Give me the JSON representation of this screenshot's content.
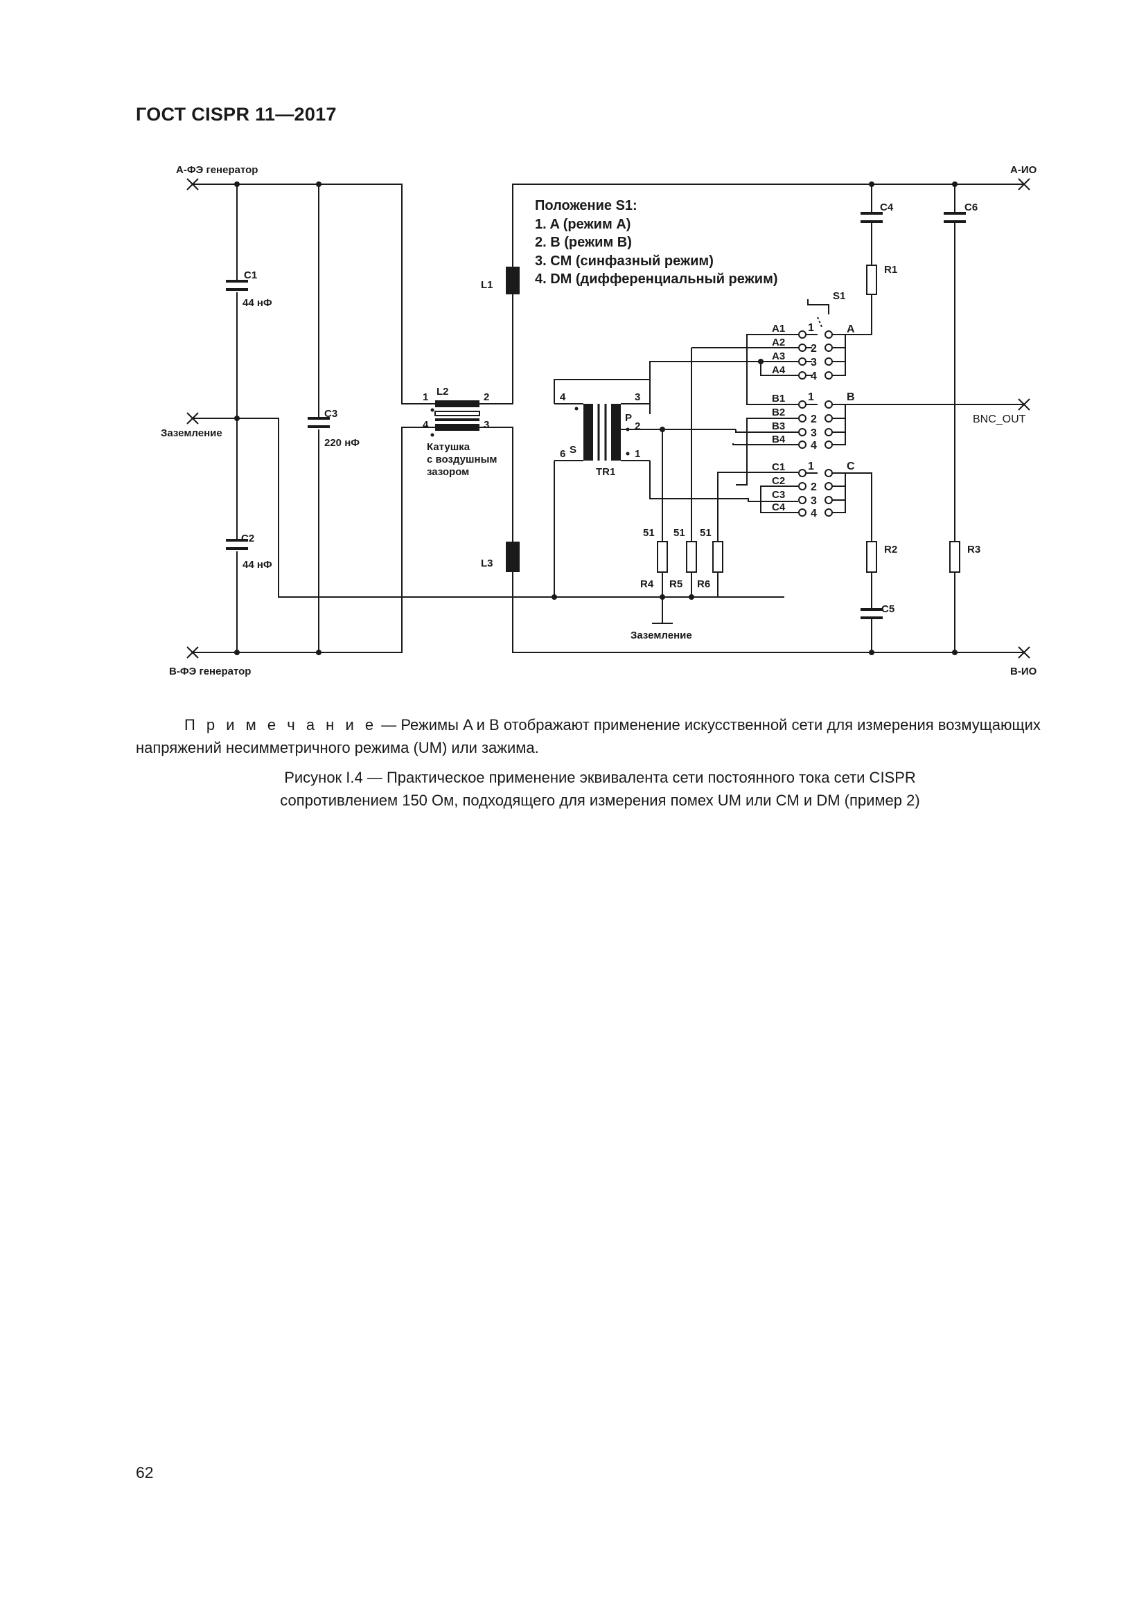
{
  "header": {
    "title": "ГОСТ CISPR 11—2017"
  },
  "diagram": {
    "ports": {
      "a_gen": "А-ФЭ генератор",
      "b_gen": "В-ФЭ генератор",
      "a_out": "А-ИО",
      "b_out": "В-ИО",
      "ground_left": "Заземление",
      "ground_bottom": "Заземление",
      "bnc": "BNC_OUT"
    },
    "components": {
      "c1": {
        "label": "C1",
        "value": "44 нФ"
      },
      "c2": {
        "label": "C2",
        "value": "44 нФ"
      },
      "c3": {
        "label": "C3",
        "value": "220 нФ"
      },
      "c4": "C4",
      "c5": "C5",
      "c6": "C6",
      "r1": "R1",
      "r2": "R2",
      "r3": "R3",
      "r4": {
        "label": "R4",
        "value": "51"
      },
      "r5": {
        "label": "R5",
        "value": "51"
      },
      "r6": {
        "label": "R6",
        "value": "51"
      },
      "l1": "L1",
      "l2": "L2",
      "l3": "L3",
      "tr1": "TR1",
      "s1": "S1",
      "coil_note": [
        "Катушка",
        "с воздушным",
        "зазором"
      ],
      "l2_pins": [
        "1",
        "2",
        "4",
        "3"
      ],
      "tr1_pins": [
        "4",
        "3",
        "P",
        "2",
        "6",
        "S",
        "1"
      ]
    },
    "legend": {
      "title": "Положение S1:",
      "items": [
        "1. A (режим A)",
        "2. B (режим B)",
        "3. CM (синфазный режим)",
        "4. DM (дифференциальный режим)"
      ]
    },
    "switch": {
      "groups": [
        {
          "common": "A",
          "contacts": [
            "A1",
            "A2",
            "A3",
            "A4"
          ]
        },
        {
          "common": "B",
          "contacts": [
            "B1",
            "B2",
            "B3",
            "B4"
          ]
        },
        {
          "common": "C",
          "contacts": [
            "C1",
            "C2",
            "C3",
            "C4"
          ]
        }
      ],
      "positions": [
        "1",
        "2",
        "3",
        "4"
      ]
    }
  },
  "note": {
    "lead": "П р и м е ч а н и е",
    "text": "— Режимы A и B отображают применение искусственной сети для измерения возмущающих напряжений несимметричного режима (UM) или зажима."
  },
  "caption": {
    "line1": "Рисунок I.4 — Практическое применение эквивалента сети постоянного тока сети CISPR",
    "line2": "сопротивлением 150 Ом, подходящего для измерения помех UM или CM и DM (пример 2)"
  },
  "page_number": "62"
}
